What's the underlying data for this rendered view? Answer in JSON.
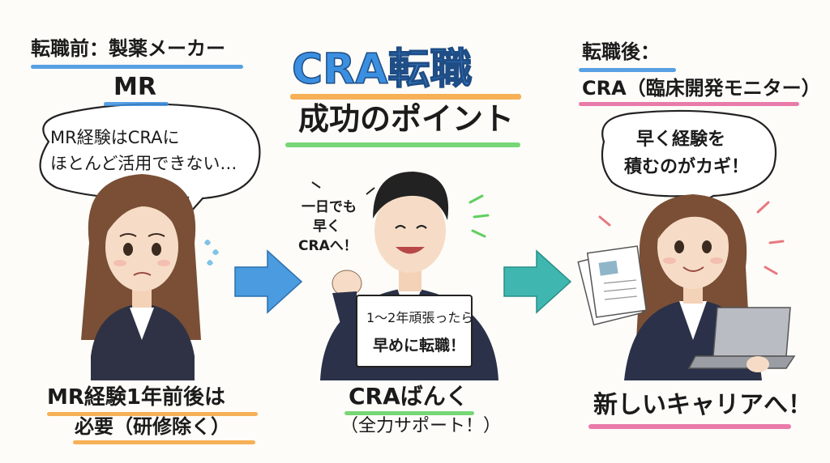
{
  "colors": {
    "accent_blue": "#3b8fe0",
    "accent_orange": "#f4a23a",
    "accent_green": "#5fcf5f",
    "accent_pink": "#e5649e",
    "suit_navy": "#2a3148",
    "arrow_blue": "#4a9be0",
    "arrow_teal": "#3fb7b0"
  },
  "header": {
    "title_line1": "CRA転職",
    "title_line2": "成功のポイント"
  },
  "left": {
    "label_line1": "転職前：製薬メーカー",
    "label_line2": "MR",
    "bubble_line1": "MR経験はCRAに",
    "bubble_line2": "ほとんど活用できない…",
    "caption_line1": "MR経験1年前後は",
    "caption_line2": "必要（研修除く）",
    "icons": [
      "worried-woman-icon",
      "sweat-drops-icon"
    ]
  },
  "middle": {
    "bubble_line1": "一日でも",
    "bubble_line2": "早く",
    "bubble_line3": "CRAへ！",
    "sign_line1": "1〜2年頑張ったら",
    "sign_line2": "早めに転職！",
    "caption_line1": "CRAばんく",
    "caption_line2": "（全力サポート！）",
    "icons": [
      "man-holding-sign-icon",
      "fist-icon"
    ]
  },
  "right": {
    "label_line1": "転職後：",
    "label_line2": "CRA（臨床開発モニター）",
    "bubble_line1": "早く経験を",
    "bubble_line2": "積むのがカギ！",
    "caption": "新しいキャリアへ！",
    "icons": [
      "smiling-woman-icon",
      "documents-icon",
      "laptop-icon"
    ]
  },
  "arrows": [
    "arrow-right-icon",
    "arrow-right-icon"
  ]
}
